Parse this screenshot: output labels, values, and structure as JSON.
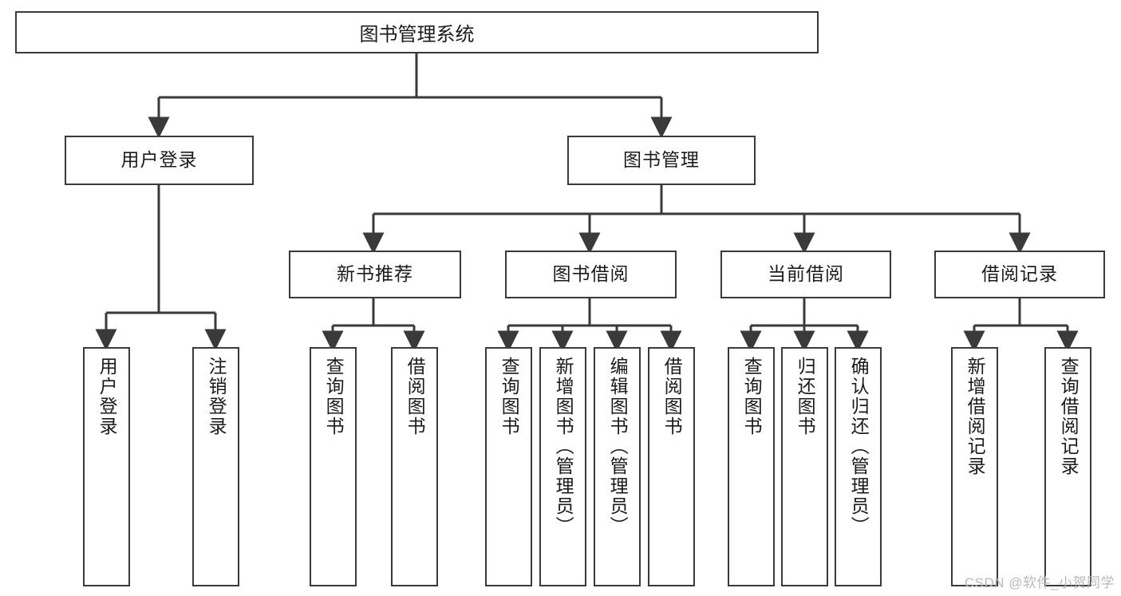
{
  "diagram": {
    "title_text": "图书管理系统",
    "watermark": "CSDN @软件_小贺同学",
    "colors": {
      "box_border": "#3a3a3a",
      "box_fill": "#ffffff",
      "edge": "#3a3a3a",
      "text": "#1b1b1b",
      "watermark": "#b9b9b9"
    },
    "root": {
      "label": "图书管理系统"
    },
    "level1": [
      {
        "label": "用户登录"
      },
      {
        "label": "图书管理"
      }
    ],
    "level2": [
      {
        "label": "新书推荐"
      },
      {
        "label": "图书借阅"
      },
      {
        "label": "当前借阅"
      },
      {
        "label": "借阅记录"
      }
    ],
    "leaves": [
      {
        "label": "用户登录"
      },
      {
        "label": "注销登录"
      },
      {
        "label": "查询图书"
      },
      {
        "label": "借阅图书"
      },
      {
        "label": "查询图书"
      },
      {
        "label": "新增图书（管理员）"
      },
      {
        "label": "编辑图书（管理员）"
      },
      {
        "label": "借阅图书"
      },
      {
        "label": "查询图书"
      },
      {
        "label": "归还图书"
      },
      {
        "label": "确认归还（管理员）"
      },
      {
        "label": "新增借阅记录"
      },
      {
        "label": "查询借阅记录"
      }
    ]
  }
}
